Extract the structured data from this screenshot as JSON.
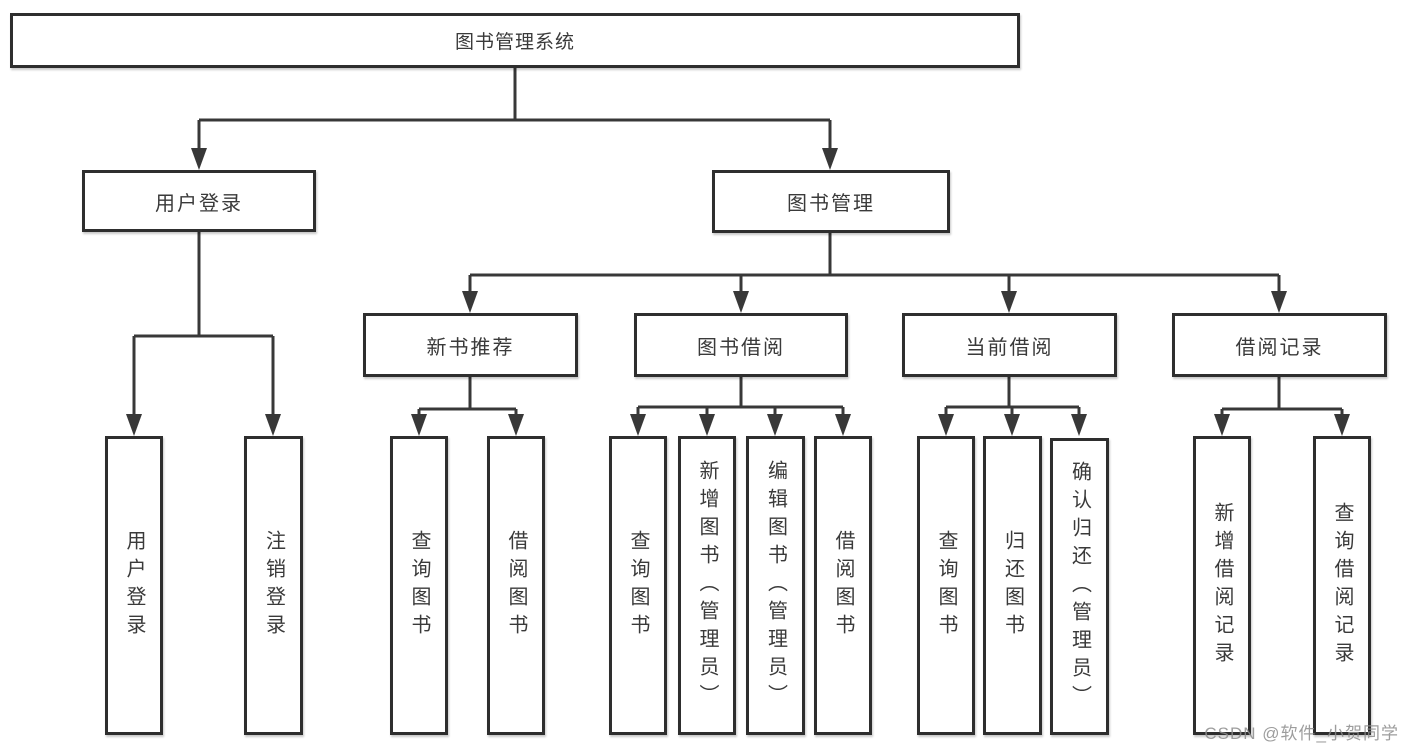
{
  "tree": {
    "label": "图书管理系统",
    "children": [
      {
        "label": "用户登录",
        "children": [
          {
            "label": "用户登录"
          },
          {
            "label": "注销登录"
          }
        ]
      },
      {
        "label": "图书管理",
        "children": [
          {
            "label": "新书推荐",
            "children": [
              {
                "label": "查询图书"
              },
              {
                "label": "借阅图书"
              }
            ]
          },
          {
            "label": "图书借阅",
            "children": [
              {
                "label": "查询图书"
              },
              {
                "label": "新增图书（管理员）"
              },
              {
                "label": "编辑图书（管理员）"
              },
              {
                "label": "借阅图书"
              }
            ]
          },
          {
            "label": "当前借阅",
            "children": [
              {
                "label": "查询图书"
              },
              {
                "label": "归还图书"
              },
              {
                "label": "确认归还（管理员）"
              }
            ]
          },
          {
            "label": "借阅记录",
            "children": [
              {
                "label": "新增借阅记录"
              },
              {
                "label": "查询借阅记录"
              }
            ]
          }
        ]
      }
    ]
  },
  "watermark": "CSDN @软件_小贺同学",
  "colors": {
    "line": "#383838",
    "box_border": "#2e2e2e",
    "text": "#3a3a3a",
    "watermark": "#8c8c8c",
    "background": "#ffffff"
  }
}
